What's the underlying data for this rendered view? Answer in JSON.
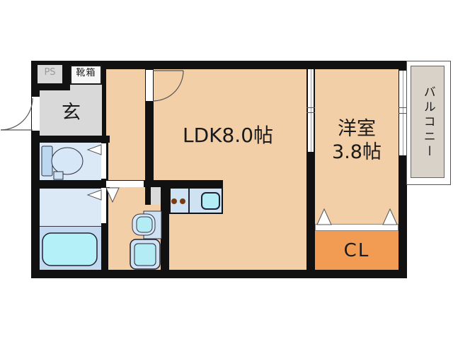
{
  "rooms": {
    "ldk": {
      "label": "LDK8.0帖",
      "floor_color": "#f3cfa7"
    },
    "western_room": {
      "label_line1": "洋室",
      "label_line2": "3.8帖",
      "floor_color": "#f3cfa7"
    },
    "closet": {
      "label": "CL",
      "floor_color": "#f19b53"
    },
    "balcony": {
      "label": "バルコニー",
      "floor_color": "#d9d2c9"
    },
    "entrance": {
      "label": "玄",
      "floor_color": "#d9d9d9"
    },
    "shoe_box": {
      "label": "靴箱"
    },
    "pipe_space": {
      "label": "PS"
    },
    "toilet_room": {
      "floor_color": "#dbe9f7"
    },
    "washroom": {
      "floor_color": "#dbe9f7"
    },
    "bathroom": {
      "floor_color": "#c3d9ef"
    }
  },
  "fixtures": {
    "icons": [
      "toilet-icon",
      "bathtub-icon",
      "wash-basin-icon",
      "washing-machine-pan-icon",
      "kitchen-counter",
      "kitchen-sink-icon",
      "stove-burners-icon",
      "door-swing-arc-icon",
      "sliding-door-icon",
      "window-icon",
      "closet-folding-door-icon"
    ]
  },
  "colors": {
    "wall": "#111111",
    "background": "#ffffff",
    "water_fixture": "#b3ecf4",
    "kitchen_counter": "#cfe2f4",
    "burner": "#7a3a12"
  }
}
